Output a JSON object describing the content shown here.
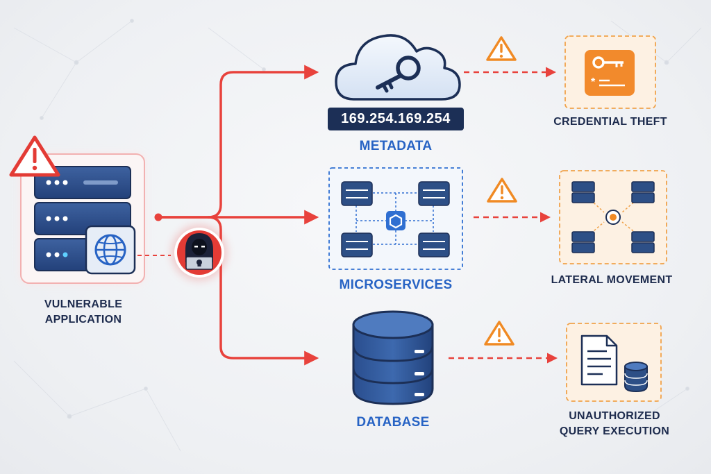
{
  "source": {
    "label_line1": "VULNERABLE",
    "label_line2": "APPLICATION"
  },
  "attacker": {
    "icon": "hooded-hacker-with-skull-laptop"
  },
  "targets": {
    "metadata": {
      "label": "METADATA",
      "ip": "169.254.169.254",
      "icon": "cloud-key-icon"
    },
    "microservices": {
      "label": "MICROSERVICES",
      "icon": "microservices-network-icon"
    },
    "database": {
      "label": "DATABASE",
      "icon": "database-cylinder-icon"
    }
  },
  "impacts": {
    "credential_theft": {
      "label": "CREDENTIAL THEFT",
      "icon": "key-card-icon"
    },
    "lateral_movement": {
      "label": "LATERAL MOVEMENT",
      "icon": "lateral-servers-icon"
    },
    "unauthorized_query": {
      "label_line1": "UNAUTHORIZED",
      "label_line2": "QUERY EXECUTION",
      "icon": "document-database-icon"
    }
  },
  "colors": {
    "attack_red": "#e8423c",
    "warning_orange": "#f08a24",
    "navy": "#1c2f56",
    "server_blue": "#2d4f86",
    "label_blue": "#2763c4"
  }
}
